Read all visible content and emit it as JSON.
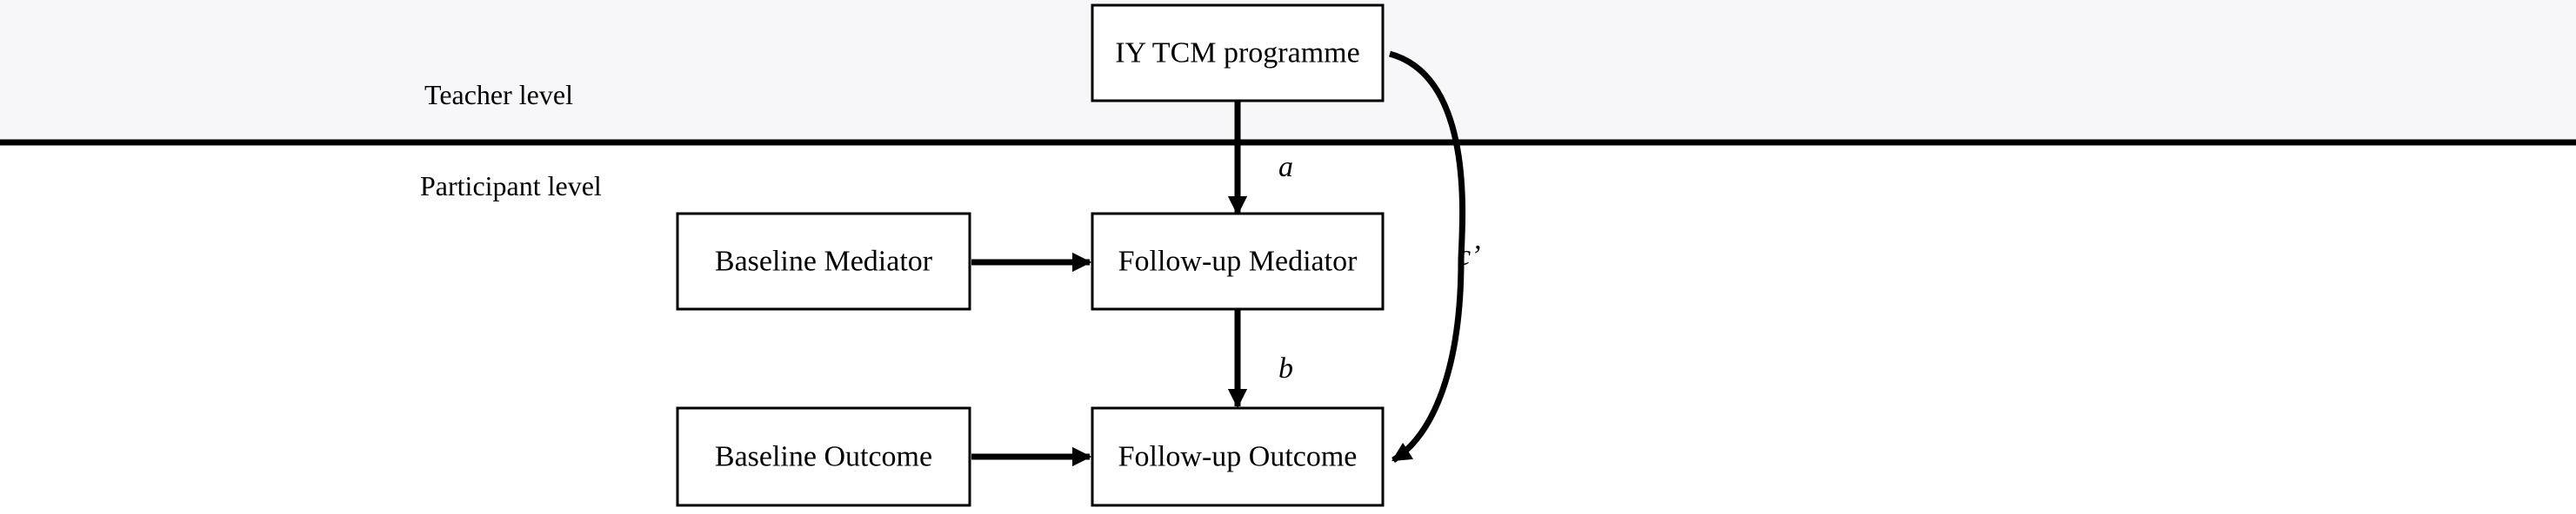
{
  "levels": {
    "teacher": "Teacher level",
    "participant": "Participant level"
  },
  "boxes": {
    "programme": "IY TCM programme",
    "baseline_mediator": "Baseline Mediator",
    "followup_mediator": "Follow-up Mediator",
    "baseline_outcome": "Baseline Outcome",
    "followup_outcome": "Follow-up Outcome"
  },
  "paths": {
    "a": "a",
    "b": "b",
    "c_prime": "c’"
  },
  "colors": {
    "teacher_band": "#f7f7f9",
    "line": "#000000"
  }
}
